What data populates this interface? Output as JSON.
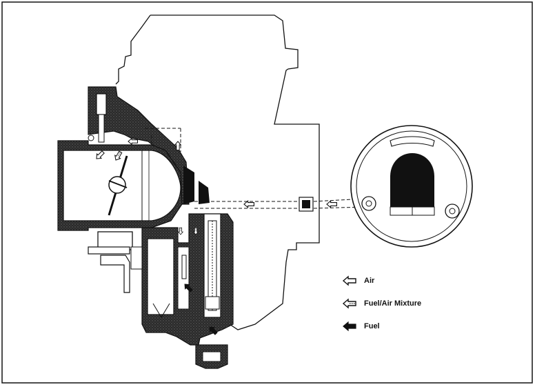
{
  "colors": {
    "ink": "#111111",
    "paper": "#ffffff",
    "hatch": "#3a3a3a"
  },
  "legend": {
    "items": [
      {
        "label": "Air",
        "icon": "outline-arrow-left-icon"
      },
      {
        "label": "Fuel/Air Mixture",
        "icon": "dotted-arrow-left-icon"
      },
      {
        "label": "Fuel",
        "icon": "solid-arrow-left-icon"
      }
    ]
  }
}
